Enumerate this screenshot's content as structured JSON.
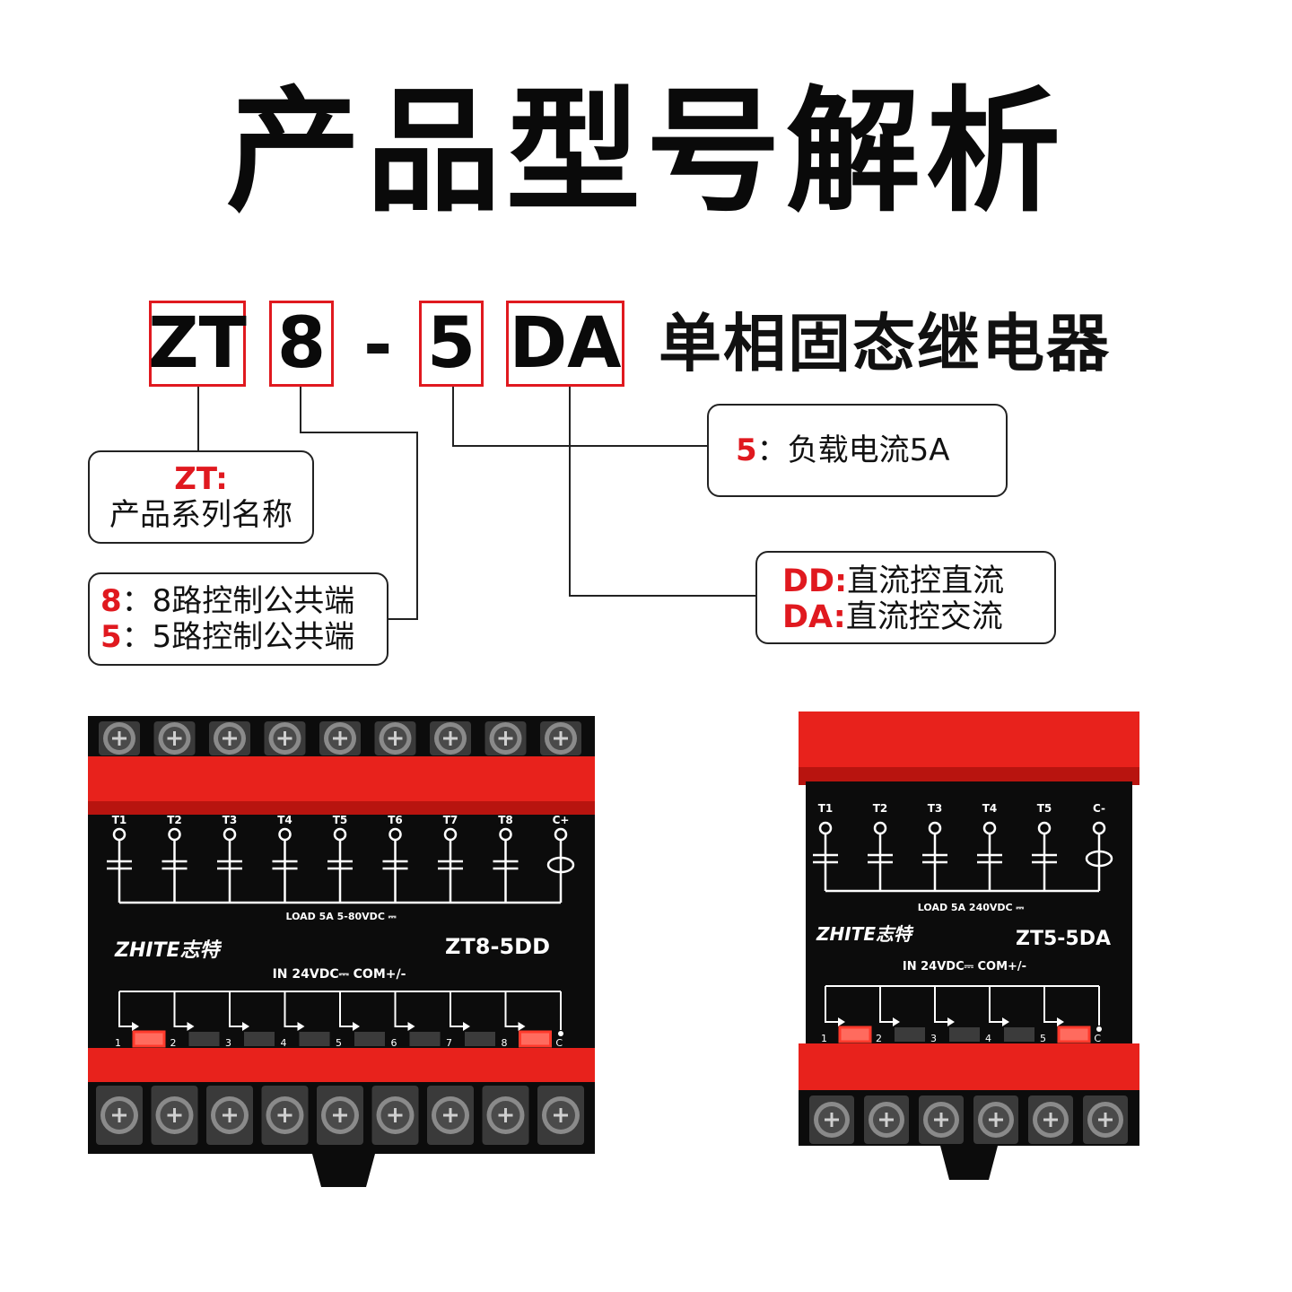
{
  "title": "产品型号解析",
  "model_code": {
    "parts": [
      "ZT",
      "8",
      "5",
      "DA"
    ],
    "separator": "-",
    "product_name": "单相固态继电器"
  },
  "callouts": {
    "series": {
      "key": "ZT:",
      "text": "产品系列名称"
    },
    "channels": [
      {
        "key": "8",
        "text": "：8路控制公共端"
      },
      {
        "key": "5",
        "text": "：5路控制公共端"
      }
    ],
    "current": {
      "key": "5",
      "text": "：负载电流5A"
    },
    "control": [
      {
        "key": "DD:",
        "text": "直流控直流"
      },
      {
        "key": "DA:",
        "text": "直流控交流"
      }
    ]
  },
  "device_8": {
    "terminal_labels": [
      "T1",
      "T2",
      "T3",
      "T4",
      "T5",
      "T6",
      "T7",
      "T8",
      "C+"
    ],
    "load_label": "LOAD 5A 5-80VDC ⎓",
    "brand": "ZHITE志特",
    "model": "ZT8-5DD",
    "input_label": "IN 24VDC⎓ COM+/-",
    "channel_numbers": [
      "1",
      "2",
      "3",
      "4",
      "5",
      "6",
      "7",
      "8",
      "C"
    ]
  },
  "device_5": {
    "terminal_labels": [
      "T1",
      "T2",
      "T3",
      "T4",
      "T5",
      "C-"
    ],
    "load_label": "LOAD 5A 240VDC ⎓",
    "brand": "ZHITE志特",
    "model": "ZT5-5DA",
    "input_label": "IN 24VDC⎓ COM+/-",
    "channel_numbers": [
      "1",
      "2",
      "3",
      "4",
      "5",
      "C"
    ]
  },
  "colors": {
    "accent": "#e0191f",
    "device_body": "#0c0c0c",
    "device_red": "#e8221c"
  }
}
